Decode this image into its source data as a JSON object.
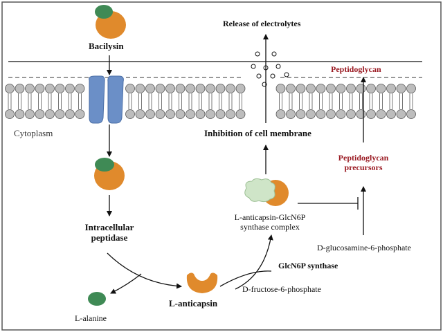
{
  "labels": {
    "bacilysin": "Bacilysin",
    "release": "Release of electrolytes",
    "peptidoglycan": "Peptidoglycan",
    "cytoplasm": "Cytoplasm",
    "inhibition": "Inhibition of cell membrane",
    "pg_precursors_1": "Peptidoglycan",
    "pg_precursors_2": "precursors",
    "complex_1": "L-anticapsin-GlcN6P",
    "complex_2": "synthase complex",
    "intracellular_1": "Intracellular",
    "intracellular_2": "peptidase",
    "glcn6p": "D-glucosamine-6-phosphate",
    "synthase": "GlcN6P synthase",
    "fructose": "D-fructose-6-phosphate",
    "anticapsin": "L-anticapsin",
    "alanine": "L-alanine"
  },
  "colors": {
    "dipeptide_green": "#3f8a55",
    "anticapsin_orange": "#e08a2c",
    "channel_blue": "#6b8fc7",
    "membrane_gray": "#bdbdbd",
    "label_red": "#9b1c24",
    "enzyme_pale_green": "#cfe5c8"
  }
}
